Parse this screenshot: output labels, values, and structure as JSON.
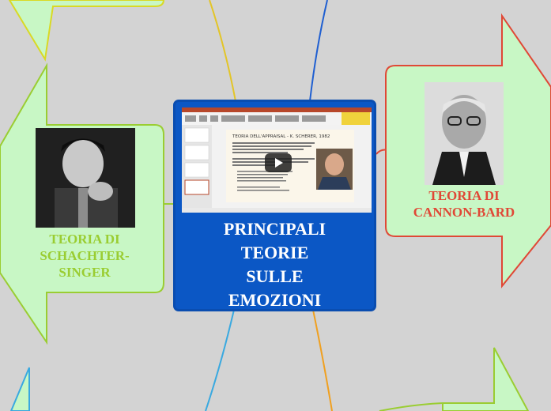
{
  "central_topic": {
    "title_lines": [
      "PRINCIPALI",
      "TEORIE",
      "SULLE",
      "EMOZIONI"
    ],
    "video": {
      "slide_heading": "TEORIA DELL'APPRAISAL - K. SCHERER, 1982",
      "play_icon": "play-icon"
    }
  },
  "topics": {
    "left": {
      "lines": [
        "TEORIA DI",
        "SCHACHTER-",
        "SINGER"
      ],
      "color": "#9acd32"
    },
    "right": {
      "lines": [
        "TEORIA DI",
        "CANNON-BARD"
      ],
      "color": "#e04836"
    }
  },
  "colors": {
    "background": "#d3d3d3",
    "central": "#0b57c5",
    "callout_fill": "#c8f7c5",
    "connector_yellow": "#e3c528",
    "connector_blue": "#1f5fd1",
    "connector_orange": "#f0a020",
    "connector_red": "#e04836",
    "connector_cyan": "#39a9e0"
  }
}
